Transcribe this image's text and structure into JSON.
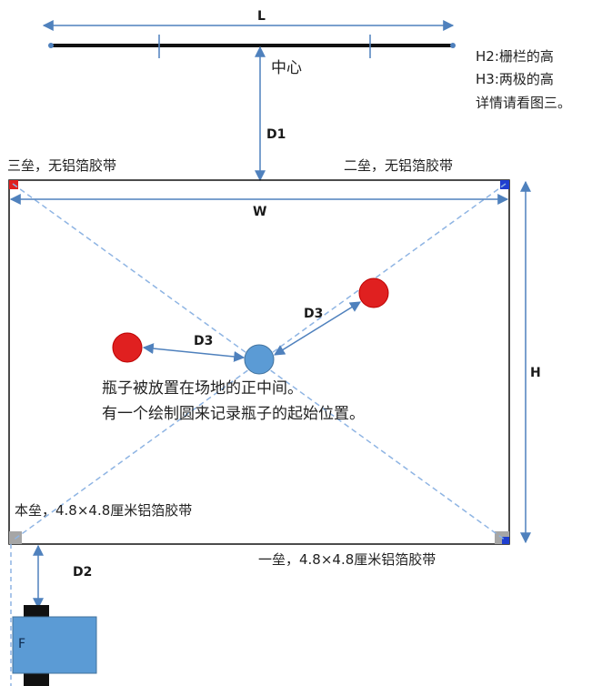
{
  "labels": {
    "L": "L",
    "W": "W",
    "H": "H",
    "D1": "D1",
    "D2": "D2",
    "D3_left": "D3",
    "D3_right": "D3",
    "F": "F",
    "center": "中心"
  },
  "notes": {
    "h2": "H2:栅栏的高",
    "h3": "H3:两极的高",
    "see": "详情请看图三。"
  },
  "bases": {
    "third": "三垒，无铝箔胶带",
    "second": "二垒，无铝箔胶带",
    "home": "本垒，4.8×4.8厘米铝箔胶带",
    "first": "一垒，4.8×4.8厘米铝箔胶带"
  },
  "description": {
    "line1": "瓶子被放置在场地的正中间。",
    "line2": "有一个绘制圆来记录瓶子的起始位置。"
  },
  "colors": {
    "arrow": "#4f81bd",
    "dashed": "#8eb4e3",
    "red_ball": "#e02020",
    "bottle": "#5b9bd5",
    "third_marker": "#e02020",
    "second_marker": "#1f3fd0",
    "home_marker": "#a6a6a6",
    "robot": "#5b9bd5"
  }
}
